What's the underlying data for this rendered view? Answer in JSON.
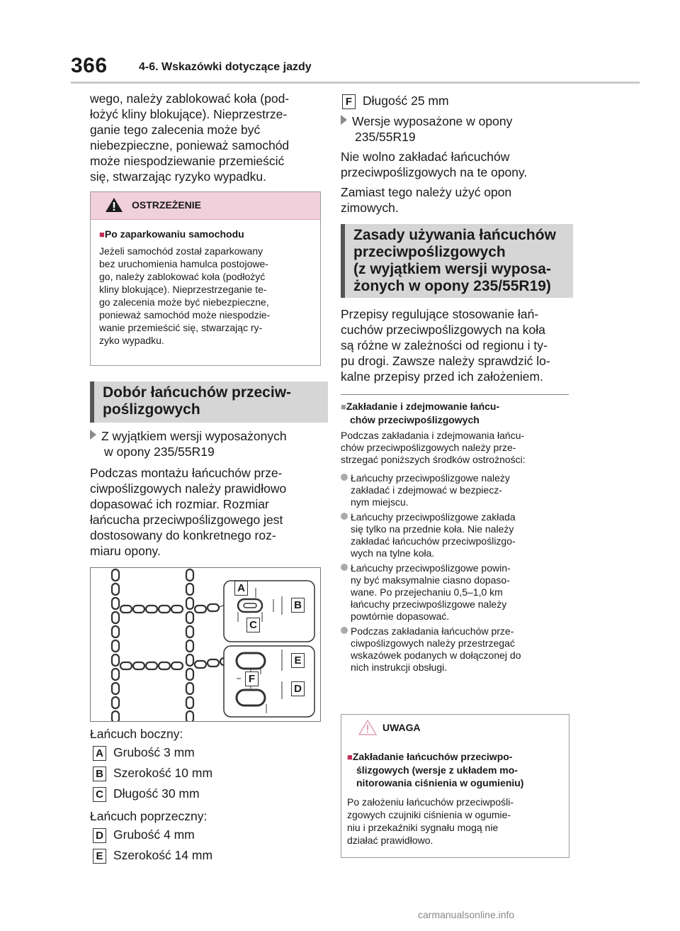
{
  "header": {
    "page_number": "366",
    "section_title": "4-6. Wskazówki dotyczące jazdy"
  },
  "left": {
    "intro_lines": [
      "wego, należy zablokować koła (pod-",
      "łożyć kliny blokujące). Nieprzestrze-",
      "ganie tego zalecenia może być",
      "niebezpieczne, ponieważ samochód",
      "może niespodziewanie przemieścić",
      "się, stwarzając ryzyko wypadku."
    ],
    "warning": {
      "label": "OSTRZEŻENIE",
      "subheading": "Po zaparkowaniu samochodu",
      "body_lines": [
        "Jeżeli samochód został zaparkowany",
        "bez uruchomienia hamulca postojowe-",
        "go, należy zablokować koła (podłożyć",
        "kliny blokujące). Nieprzestrzeganie te-",
        "go zalecenia może być niebezpieczne,",
        "ponieważ samochód może niespodzie-",
        "wanie przemieścić się, stwarzając ry-",
        "zyko wypadku."
      ]
    },
    "heading_lines": [
      "Dobór łańcuchów przeciw-",
      "poślizgowych"
    ],
    "bullet_lines": [
      "Z wyjątkiem wersji wyposażonych",
      "w opony 235/55R19"
    ],
    "para_lines": [
      "Podczas montażu łańcuchów prze-",
      "ciwpoślizgowych należy prawidłowo",
      "dopasować ich rozmiar. Rozmiar",
      "łańcucha przeciwpoślizgowego jest",
      "dostosowany do konkretnego roz-",
      "miaru opony."
    ],
    "figure": {
      "labels": [
        "A",
        "B",
        "C",
        "E",
        "F",
        "D"
      ]
    },
    "side_chain_label": "Łańcuch boczny:",
    "side_specs": [
      {
        "key": "A",
        "text": "Grubość 3 mm"
      },
      {
        "key": "B",
        "text": "Szerokość 10 mm"
      },
      {
        "key": "C",
        "text": "Długość 30 mm"
      }
    ],
    "cross_chain_label": "Łańcuch poprzeczny:",
    "cross_specs": [
      {
        "key": "D",
        "text": "Grubość 4 mm"
      },
      {
        "key": "E",
        "text": "Szerokość 14 mm"
      }
    ]
  },
  "right": {
    "spec_f": {
      "key": "F",
      "text": "Długość 25 mm"
    },
    "bullet_lines": [
      "Wersje wyposażone w opony",
      "235/55R19"
    ],
    "para1_lines": [
      "Nie wolno zakładać łańcuchów",
      "przeciwpoślizgowych na te opony."
    ],
    "para2_lines": [
      "Zamiast tego należy użyć opon",
      "zimowych."
    ],
    "heading_lines": [
      "Zasady używania łańcuchów",
      "przeciwpoślizgowych",
      "(z wyjątkiem wersji wyposa-",
      "żonych w opony 235/55R19)"
    ],
    "rules_lines": [
      "Przepisy regulujące stosowanie łań-",
      "cuchów przeciwpoślizgowych na koła",
      "są różne w zależności od regionu i ty-",
      "pu drogi. Zawsze należy sprawdzić lo-",
      "kalne przepisy przed ich założeniem."
    ],
    "subheading_lines": [
      "Zakładanie i zdejmowanie łańcu-",
      "chów przeciwpoślizgowych"
    ],
    "intro_lines": [
      "Podczas zakładania i zdejmowania łańcu-",
      "chów przeciwpoślizgowych należy prze-",
      "strzegać poniższych środków ostrożności:"
    ],
    "dots": [
      [
        "Łańcuchy przeciwpoślizgowe należy",
        "zakładać i zdejmować w bezpiecz-",
        "nym miejscu."
      ],
      [
        "Łańcuchy przeciwpoślizgowe zakłada",
        "się tylko na przednie koła. Nie należy",
        "zakładać łańcuchów przeciwpoślizgo-",
        "wych na tylne koła."
      ],
      [
        "Łańcuchy przeciwpoślizgowe powin-",
        "ny być maksymalnie ciasno dopaso-",
        "wane. Po przejechaniu 0,5–1,0 km",
        "łańcuchy przeciwpoślizgowe należy",
        "powtórnie dopasować."
      ],
      [
        "Podczas zakładania łańcuchów prze-",
        "ciwpoślizgowych należy przestrzegać",
        "wskazówek podanych w dołączonej do",
        "nich instrukcji obsługi."
      ]
    ],
    "caution": {
      "label": "UWAGA",
      "subheading_lines": [
        "Zakładanie łańcuchów przeciwpo-",
        "ślizgowych (wersje z układem mo-",
        "nitorowania ciśnienia w ogumieniu)"
      ],
      "body_lines": [
        "Po założeniu łańcuchów przeciwpośli-",
        "zgowych czujniki ciśnienia w ogumie-",
        "niu i przekaźniki sygnału mogą nie",
        "działać prawidłowo."
      ]
    }
  },
  "footer": "carmanualsonline.info"
}
